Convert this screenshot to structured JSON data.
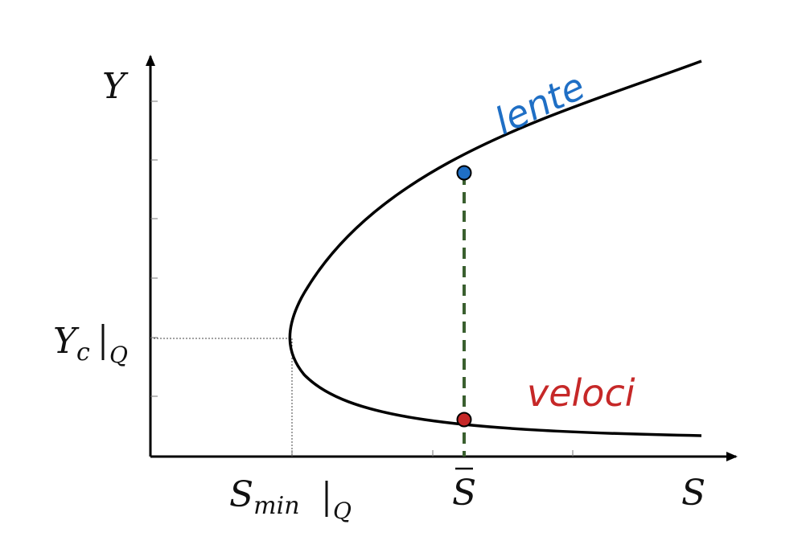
{
  "axes": {
    "y_label": "Y",
    "x_label": "S"
  },
  "y_mark": {
    "main": "Y",
    "sub": "c",
    "bar_sub": "Q"
  },
  "x_mark_min": {
    "main": "S",
    "sub": "min",
    "bar_sub": "Q"
  },
  "x_mark_bar": {
    "main": "S"
  },
  "branches": {
    "upper_label": "lente",
    "upper_color": "#1f6fc5",
    "lower_label": "veloci",
    "lower_color": "#c62828"
  },
  "colors": {
    "curve": "#000000",
    "dashed_line": "#3a5f2f",
    "upper_point": "#1f6fc5",
    "lower_point": "#c62828"
  }
}
